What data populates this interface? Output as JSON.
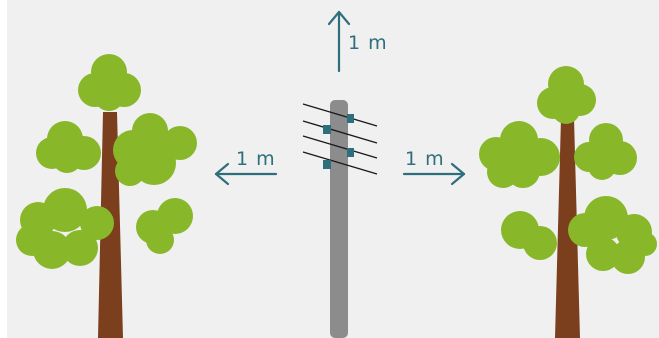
{
  "labels": {
    "up": "1 m",
    "left": "1 m",
    "right": "1 m"
  },
  "colors": {
    "background": "#eff0ef",
    "arrow": "#2f6f7d",
    "pole": "#8c8c8c",
    "insulator": "#2f6f7d",
    "wire": "#1a1a1a",
    "trunk": "#7b3f1d",
    "foliage": "#88b72a"
  },
  "icons": [
    "tree-left-icon",
    "utility-pole-icon",
    "tree-right-icon",
    "arrow-up-icon",
    "arrow-left-icon",
    "arrow-right-icon"
  ]
}
